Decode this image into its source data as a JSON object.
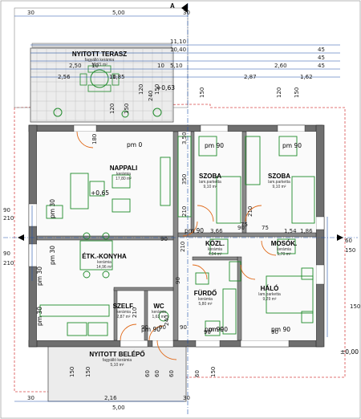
{
  "colors": {
    "wall": "#6f6f6f",
    "wall_outline": "#222222",
    "furniture": "#1f8a2a",
    "dimension": "#1c4fa8",
    "terrace": "#ececec",
    "door_swing": "#e06a1a",
    "roof_line": "#d84a4a"
  },
  "north_label": "A",
  "rooms": [
    {
      "id": "terrace-top",
      "name": "NYITOTT TERASZ",
      "sub": "fagyálló kerámia",
      "area": "16,21 m²"
    },
    {
      "id": "nappali",
      "name": "NAPPALI",
      "sub": "kerámia",
      "area": "17,80 m²"
    },
    {
      "id": "szoba1",
      "name": "SZOBA",
      "sub": "lam.parketta",
      "area": "9,10 m²"
    },
    {
      "id": "szoba2",
      "name": "SZOBA",
      "sub": "lam.parketta",
      "area": "9,10 m²"
    },
    {
      "id": "etk",
      "name": "ÉTK.-KONYHA",
      "sub": "kerámia",
      "area": "14,96 m²"
    },
    {
      "id": "kozl",
      "name": "KÖZL.",
      "sub": "kerámia",
      "area": "4,04 m²"
    },
    {
      "id": "mosok",
      "name": "MOSÓK.",
      "sub": "kerámia",
      "area": "1,70 m²"
    },
    {
      "id": "furdo",
      "name": "FÜRDŐ",
      "sub": "kerámia",
      "area": "5,80 m²"
    },
    {
      "id": "halo",
      "name": "HÁLÓ",
      "sub": "lam.parketta",
      "area": "9,29 m²"
    },
    {
      "id": "szelf",
      "name": "SZELF.",
      "sub": "kerámia",
      "area": "2,87 m²"
    },
    {
      "id": "wc",
      "name": "WC",
      "sub": "kerámia",
      "area": "1,63 m²"
    },
    {
      "id": "terrace-bottom",
      "name": "NYITOTT BELÉPŐ",
      "sub": "fagyálló kerámia",
      "area": "5,10 m²"
    }
  ],
  "levels": {
    "terrace": "+0,63",
    "pm0_top": "pm 0",
    "nappali_lvl": "+0,65",
    "ground": "±0,00"
  },
  "parapets": [
    "pm 90",
    "pm 90",
    "pm 90",
    "pm 90",
    "pm 90",
    "pm 90",
    "pm 90",
    "pm 30",
    "pm 30",
    "pm 30",
    "pm 30"
  ],
  "dims_top": [
    "30",
    "5,00",
    "30",
    "11,10",
    "10,40",
    "5,10",
    "10",
    "45",
    "45",
    "45",
    "2,50",
    "10",
    "10",
    "1,85",
    "2,56",
    "2,87",
    "2,60",
    "1,62"
  ],
  "dims_bottom": [
    "30",
    "2,16",
    "30",
    "5,00"
  ],
  "dims_left": [
    "90",
    "210",
    "90",
    "210"
  ],
  "dims_right": [
    "60",
    "150",
    "150"
  ],
  "dims_inner": [
    "150",
    "120",
    "150",
    "180",
    "120",
    "150",
    "120",
    "150",
    "240",
    "90",
    "210",
    "90",
    "210",
    "75",
    "3,66",
    "1,54",
    "75",
    "210",
    "150",
    "150",
    "60",
    "60",
    "210",
    "240",
    "90",
    "90",
    "90",
    "90",
    "90",
    "90",
    "350",
    "60",
    "150",
    "60",
    "3,50",
    "1,86"
  ]
}
